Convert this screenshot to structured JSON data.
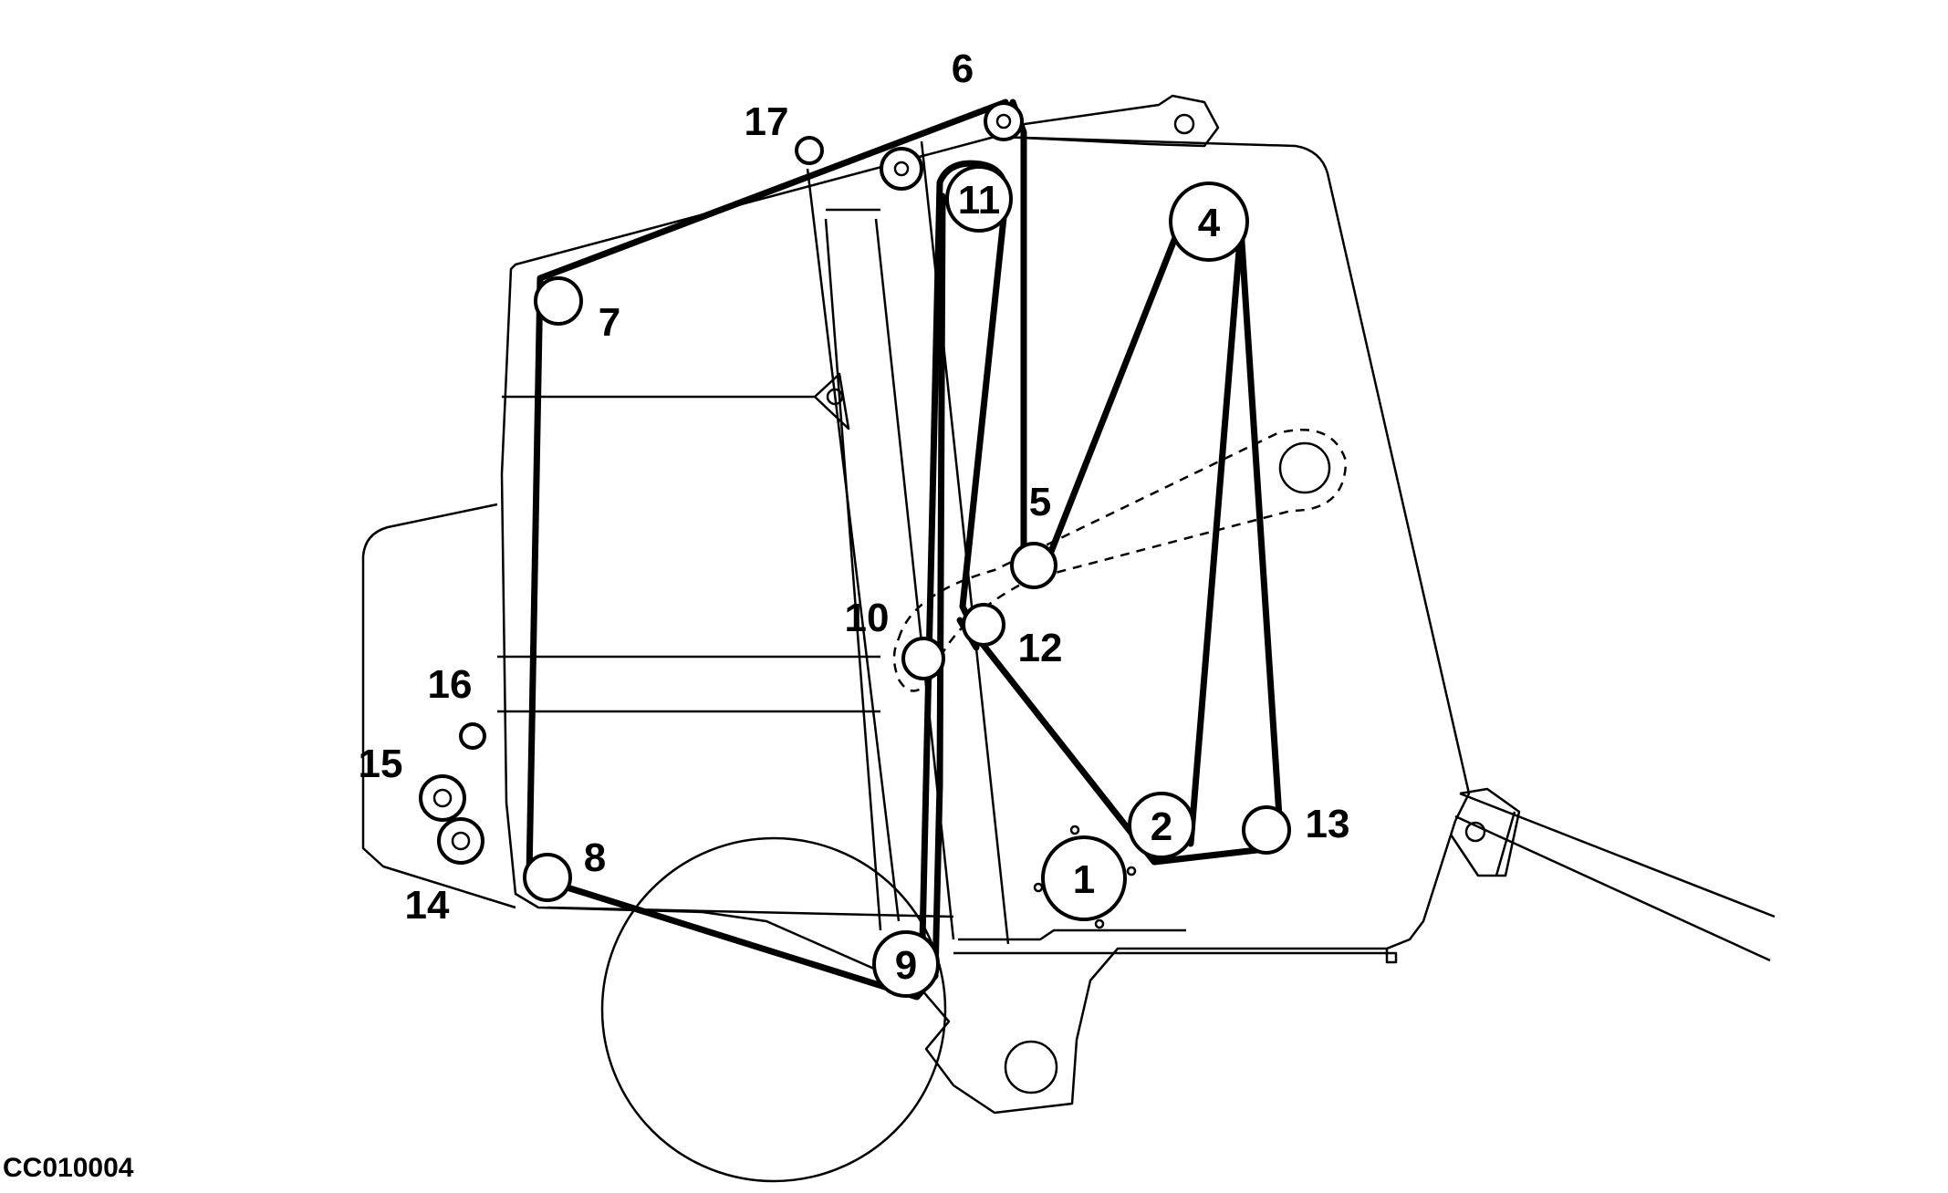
{
  "figure_code": "CC010004",
  "roller_labels": [
    "1",
    "2",
    "4",
    "5",
    "6",
    "7",
    "8",
    "9",
    "10",
    "11",
    "12",
    "13",
    "14",
    "15",
    "16",
    "17"
  ]
}
